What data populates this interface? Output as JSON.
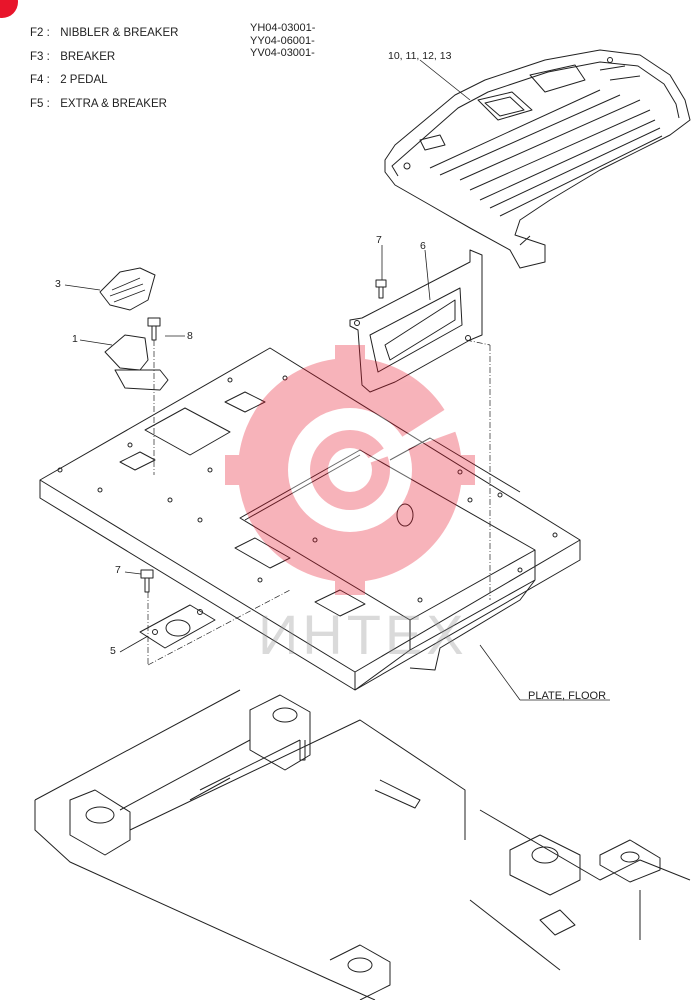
{
  "legend": [
    {
      "code": "F2 :",
      "label": "NIBBLER & BREAKER"
    },
    {
      "code": "F3 :",
      "label": "BREAKER"
    },
    {
      "code": "F4 :",
      "label": "2 PEDAL"
    },
    {
      "code": "F5 :",
      "label": "EXTRA & BREAKER"
    }
  ],
  "serials": [
    "YH04-03001-",
    "YY04-06001-",
    "YV04-03001-"
  ],
  "callouts": {
    "c10": "10, 11, 12, 13",
    "c7a": "7",
    "c6": "6",
    "c3": "3",
    "c8": "8",
    "c1": "1",
    "c7b": "7",
    "c5": "5"
  },
  "plate_label": "PLATE, FLOOR",
  "watermark": "ИНТЕХ",
  "colors": {
    "line": "#222222",
    "watermark": "#e8152b",
    "badge": "#e8152b"
  }
}
